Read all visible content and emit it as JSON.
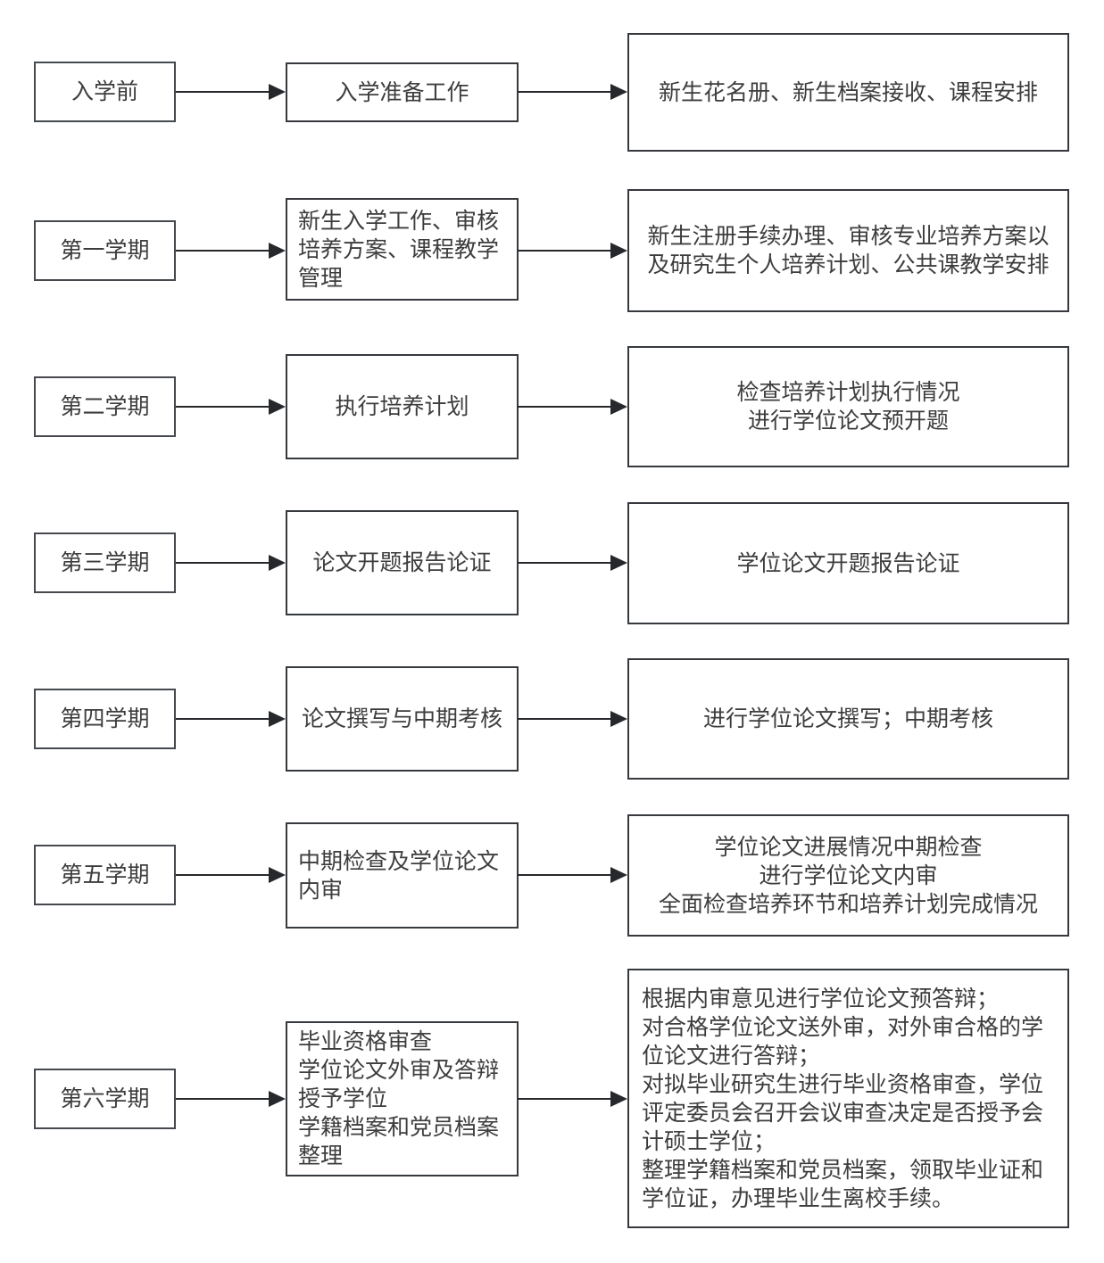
{
  "diagram": {
    "type": "flowchart",
    "description_language": "zh-CN",
    "colors": {
      "background": "#ffffff",
      "box_border": "#36393e",
      "stage_box_border": "#46494e",
      "text": "#3d3d3d",
      "arrow": "#26282b"
    },
    "rows": [
      {
        "stage": "入学前",
        "task_lines": [
          "入学准备工作"
        ],
        "detail_lines": [
          "新生花名册、新生档案接收、课程安排"
        ]
      },
      {
        "stage": "第一学期",
        "task_lines": [
          "新生入学工作、审核培养方案、课程教学管理"
        ],
        "detail_lines": [
          "新生注册手续办理、审核专业培养方案以及研究生个人培养计划、公共课教学安排"
        ]
      },
      {
        "stage": "第二学期",
        "task_lines": [
          "执行培养计划"
        ],
        "detail_lines": [
          "检查培养计划执行情况",
          "进行学位论文预开题"
        ]
      },
      {
        "stage": "第三学期",
        "task_lines": [
          "论文开题报告论证"
        ],
        "detail_lines": [
          "学位论文开题报告论证"
        ]
      },
      {
        "stage": "第四学期",
        "task_lines": [
          "论文撰写与中期考核"
        ],
        "detail_lines": [
          "进行学位论文撰写；中期考核"
        ]
      },
      {
        "stage": "第五学期",
        "task_lines": [
          "中期检查及学位论文内审"
        ],
        "detail_lines": [
          "学位论文进展情况中期检查",
          "进行学位论文内审",
          "全面检查培养环节和培养计划完成情况"
        ]
      },
      {
        "stage": "第六学期",
        "task_lines": [
          "毕业资格审查",
          "学位论文外审及答辩",
          "授予学位",
          "学籍档案和党员档案整理"
        ],
        "detail_lines": [
          "根据内审意见进行学位论文预答辩；",
          "对合格学位论文送外审，对外审合格的学位论文进行答辩；",
          "对拟毕业研究生进行毕业资格审查，学位评定委员会召开会议审查决定是否授予会计硕士学位；",
          "整理学籍档案和党员档案，领取毕业证和学位证，办理毕业生离校手续。"
        ]
      }
    ]
  }
}
